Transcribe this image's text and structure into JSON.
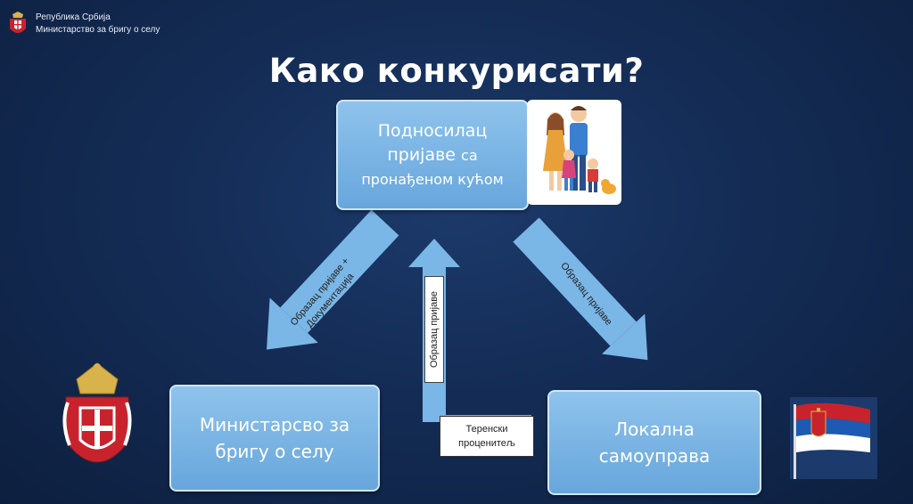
{
  "header": {
    "line1": "Република Србија",
    "line2": "Министарство за бригу о селу"
  },
  "title": "Како конкурисати?",
  "boxes": {
    "applicant": {
      "line1": "Подносилац",
      "line2a": "пријаве",
      "line2b": "са",
      "line3": "пронађеном кућом"
    },
    "ministry": {
      "line1": "Министарсво за",
      "line2": "бригу о селу"
    },
    "local": {
      "line1": "Локална",
      "line2": "самоуправа"
    }
  },
  "arrows": {
    "left_label_1": "Образац пријаве +",
    "left_label_2": "Документација",
    "middle_label": "Образац пријаве",
    "right_label": "Образац пријаве"
  },
  "assessor": {
    "line1": "Теренски",
    "line2": "проценитељ"
  },
  "colors": {
    "box": "#7ab6e6",
    "arrow": "#7ab6e6",
    "background": "#142c55"
  }
}
